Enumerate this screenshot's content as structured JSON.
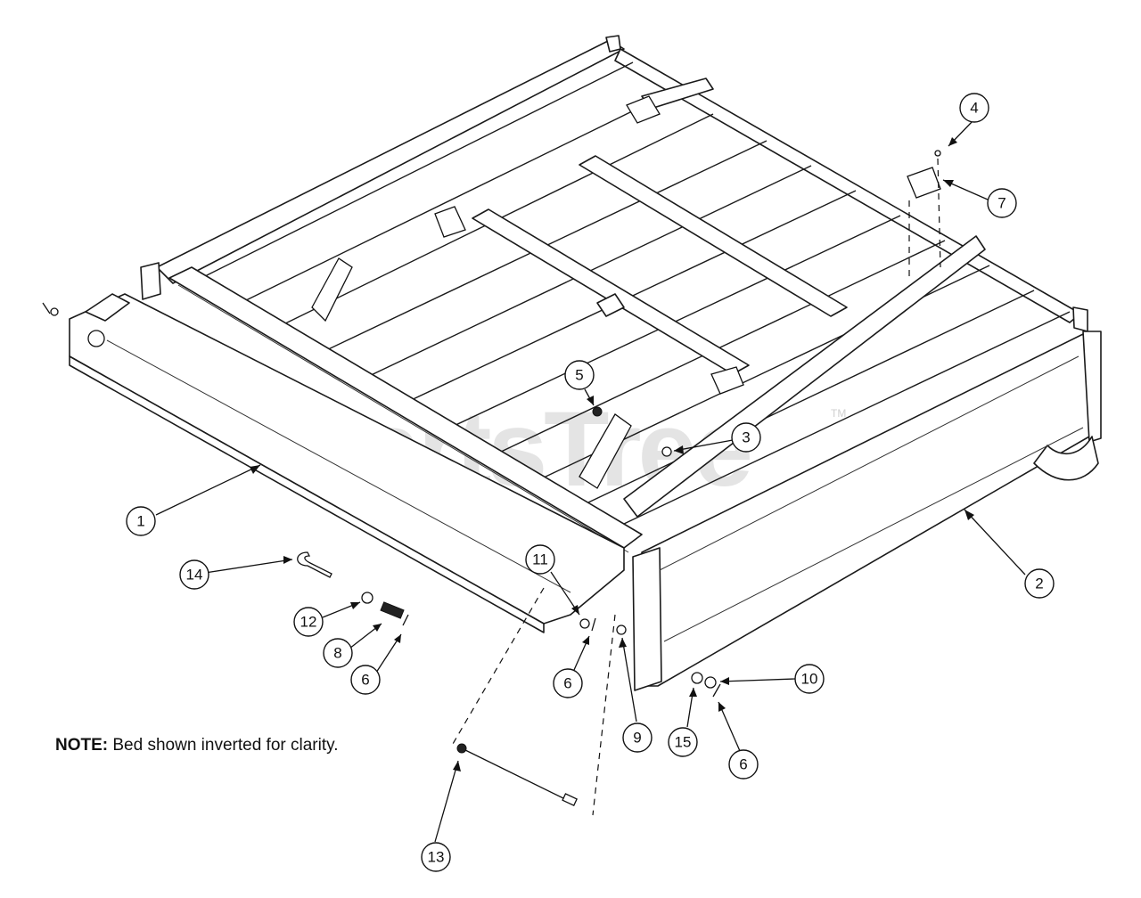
{
  "watermark": {
    "text": "PartsTree",
    "mark": "TM"
  },
  "note": {
    "label": "NOTE:",
    "text": " Bed shown inverted for clarity."
  },
  "callouts": [
    {
      "id": "c1",
      "number": "1"
    },
    {
      "id": "c2",
      "number": "2"
    },
    {
      "id": "c3",
      "number": "3"
    },
    {
      "id": "c4",
      "number": "4"
    },
    {
      "id": "c5",
      "number": "5"
    },
    {
      "id": "c6a",
      "number": "6"
    },
    {
      "id": "c6b",
      "number": "6"
    },
    {
      "id": "c6c",
      "number": "6"
    },
    {
      "id": "c7",
      "number": "7"
    },
    {
      "id": "c8",
      "number": "8"
    },
    {
      "id": "c9",
      "number": "9"
    },
    {
      "id": "c10",
      "number": "10"
    },
    {
      "id": "c11",
      "number": "11"
    },
    {
      "id": "c12",
      "number": "12"
    },
    {
      "id": "c13",
      "number": "13"
    },
    {
      "id": "c14",
      "number": "14"
    },
    {
      "id": "c15",
      "number": "15"
    }
  ],
  "colors": {
    "line": "#1a1a1a",
    "background": "#ffffff",
    "watermark": "#cfcfcf"
  }
}
